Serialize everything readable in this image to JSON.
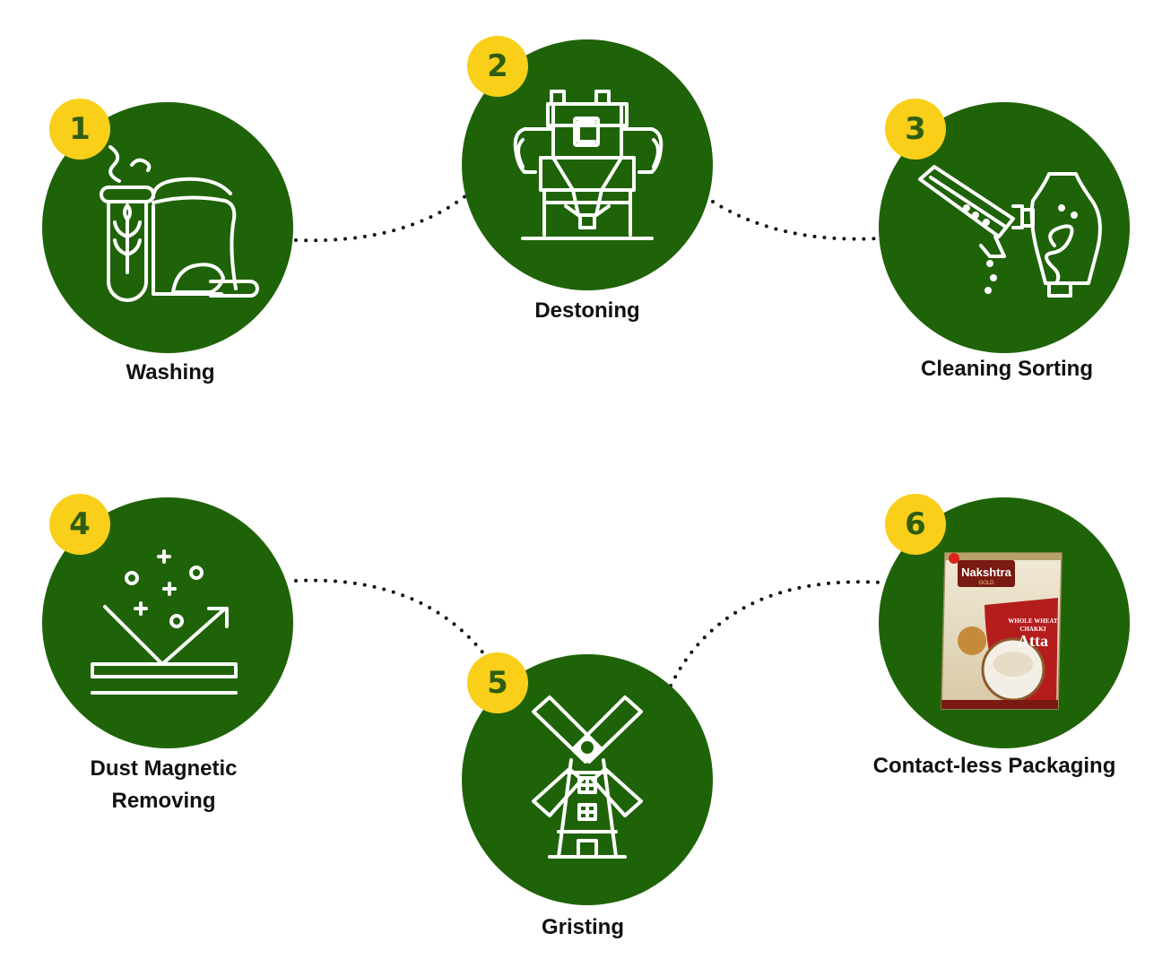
{
  "colors": {
    "circle": "#1f6308",
    "badge": "#f9cf1a",
    "badge_text": "#2f5e10",
    "label": "#111111",
    "icon_stroke": "#ffffff"
  },
  "steps": [
    {
      "number": "1",
      "label": "Washing",
      "icon": "grain-sack-test-tube-icon"
    },
    {
      "number": "2",
      "label": "Destoning",
      "icon": "destoner-machine-icon"
    },
    {
      "number": "3",
      "label": "Cleaning Sorting",
      "icon": "chute-separator-icon"
    },
    {
      "number": "4",
      "label_line1": "Dust Magnetic",
      "label_line2": "Removing",
      "icon": "particle-deflection-icon"
    },
    {
      "number": "5",
      "label": "Gristing",
      "icon": "windmill-icon"
    },
    {
      "number": "6",
      "label": "Contact-less Packaging",
      "icon": "atta-package-icon"
    }
  ],
  "package": {
    "brand": "Nakshtra",
    "brand_sub": "GOLD",
    "line1": "WHOLE WHEAT",
    "line2": "CHAKKI",
    "product": "Atta"
  }
}
